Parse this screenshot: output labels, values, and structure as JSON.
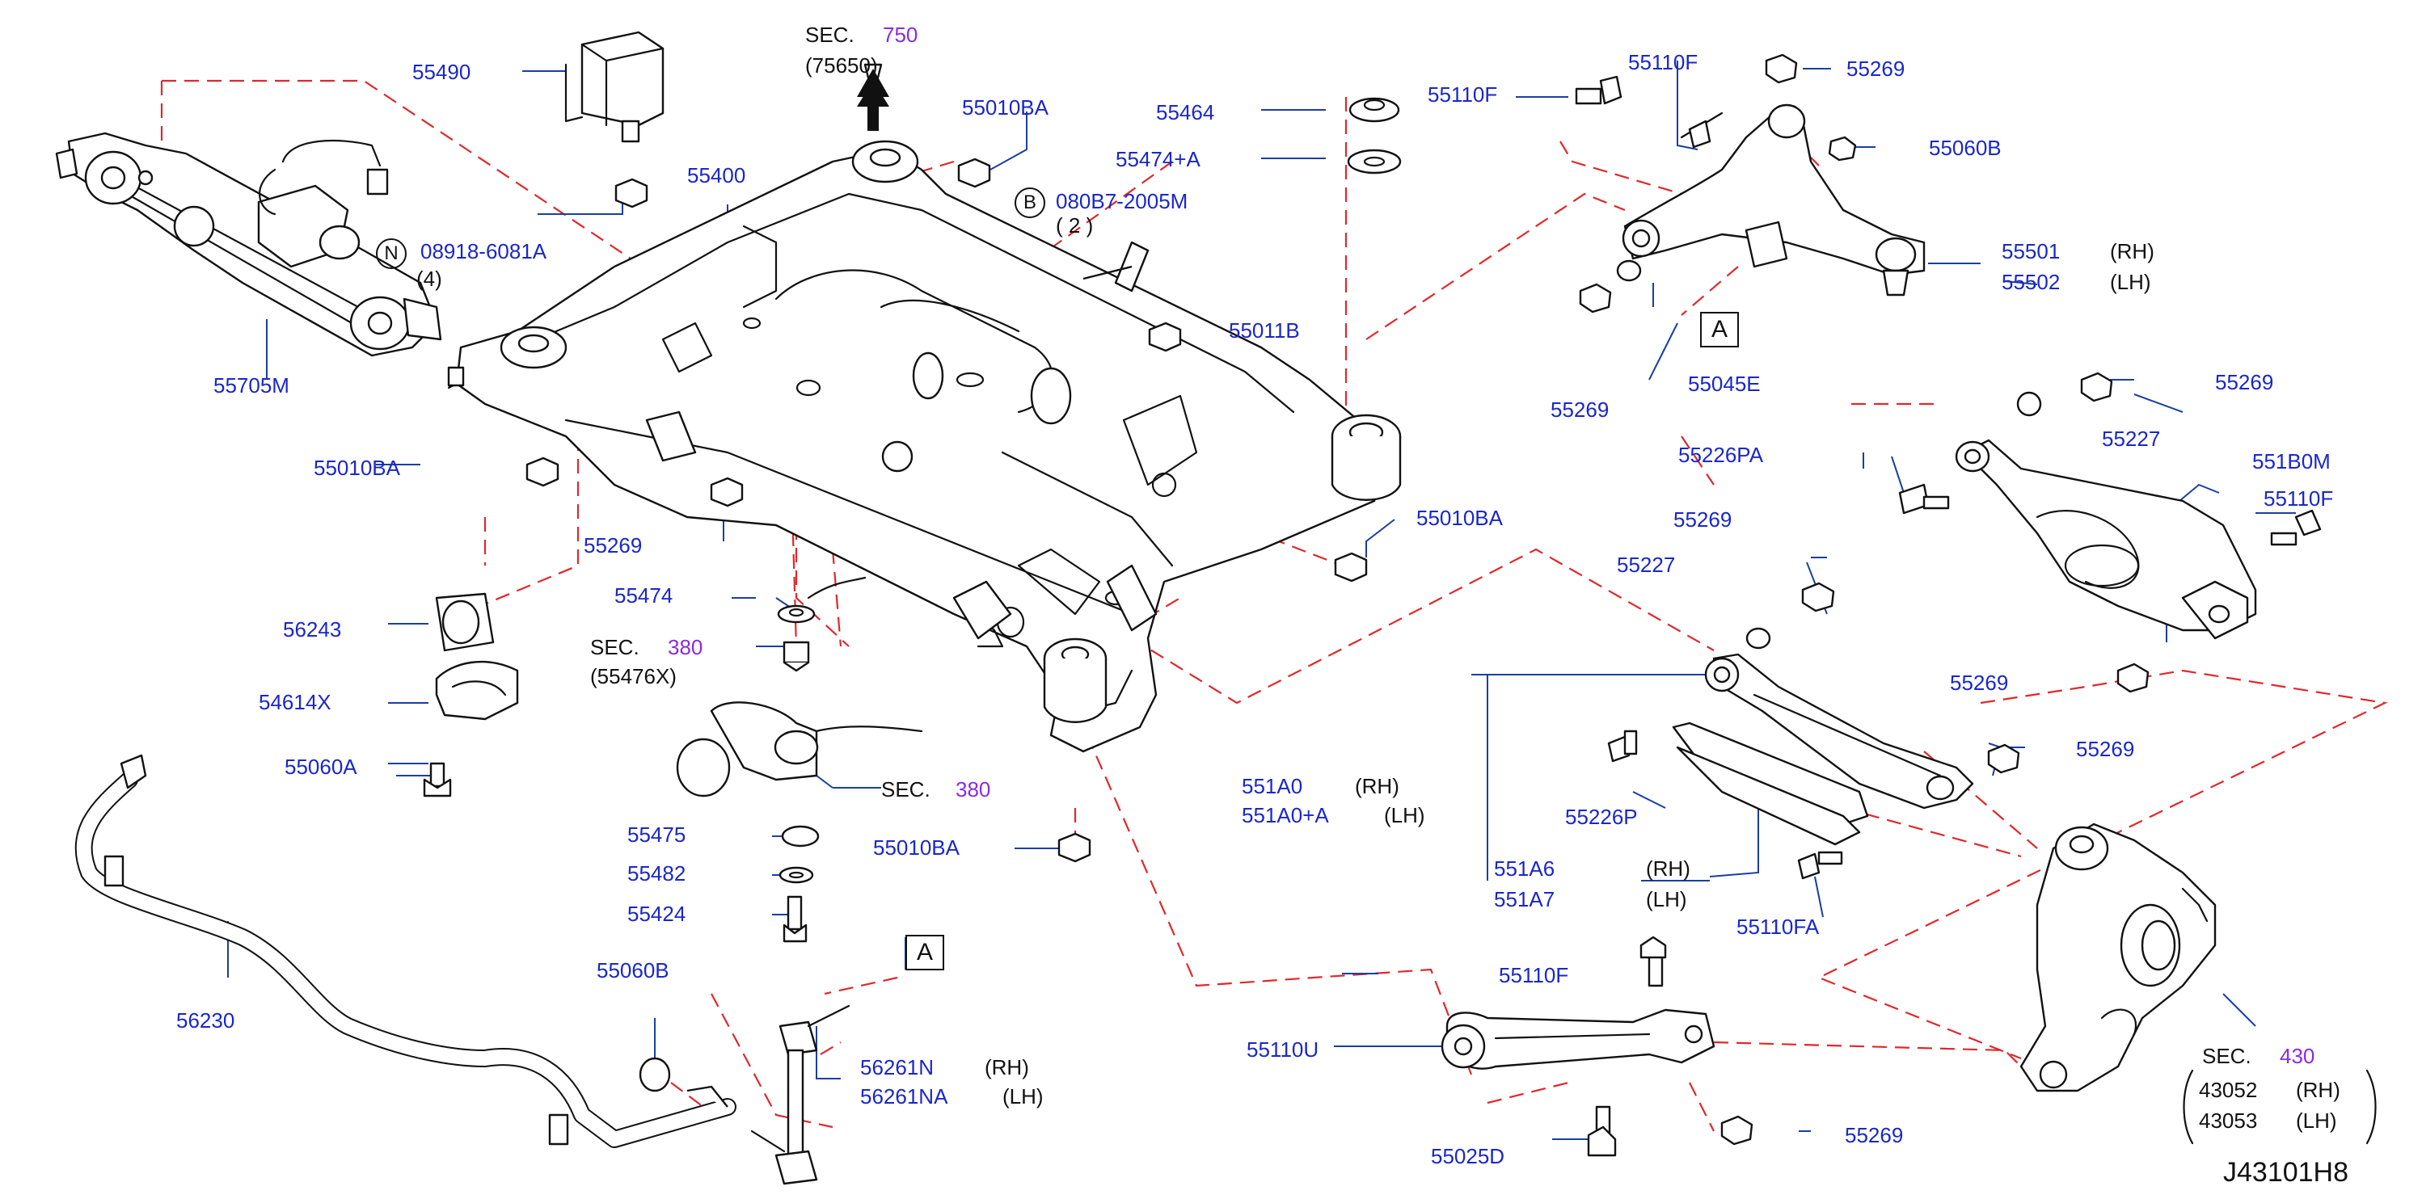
{
  "diagram_id": "J43101H8",
  "sections": {
    "sec_label": "SEC.",
    "sec750": "750",
    "sec750_sub": "(75650)",
    "sec380a": "380",
    "sec380a_sub": "(55476X)",
    "sec380b": "380",
    "sec430": "430"
  },
  "callouts": {
    "B_letter": "B",
    "B_part": "080B7-2005M",
    "B_qty": "( 2 )",
    "N_letter": "N",
    "N_part": "08918-6081A",
    "N_qty": "(4)",
    "A_box": "A"
  },
  "parts": {
    "p55490": "55490",
    "p55400": "55400",
    "p55705M": "55705M",
    "p55010BA_a": "55010BA",
    "p55010BA_b": "55010BA",
    "p55010BA_c": "55010BA",
    "p55010BA_d": "55010BA",
    "p55464": "55464",
    "p55474A": "55474+A",
    "p55011B": "55011B",
    "p55269_a": "55269",
    "p55474": "55474",
    "p56243": "56243",
    "p54614X": "54614X",
    "p55060A": "55060A",
    "p55475": "55475",
    "p55482": "55482",
    "p55424": "55424",
    "p56230": "56230",
    "p55060B_a": "55060B",
    "p56261N": "56261N",
    "p56261NA": "56261NA",
    "p55110F_a": "55110F",
    "p55110F_b": "55110F",
    "p55269_b": "55269",
    "p55060B_b": "55060B",
    "p55501": "55501",
    "p55502": "55502",
    "p55045E": "55045E",
    "p55269_c": "55269",
    "p55269_d": "55269",
    "p55227_a": "55227",
    "p55226PA": "55226PA",
    "p551B0M": "551B0M",
    "p55110F_c": "55110F",
    "p55269_e": "55269",
    "p55227_b": "55227",
    "p55269_f": "55269",
    "p55269_g": "55269",
    "p551A0": "551A0",
    "p551A0A": "551A0+A",
    "p55226P": "55226P",
    "p551A6": "551A6",
    "p551A7": "551A7",
    "p55110FA": "55110FA",
    "p55110F_d": "55110F",
    "p55110U": "55110U",
    "p55025D": "55025D",
    "p55269_h": "55269",
    "p43052": "43052",
    "p43053": "43053"
  },
  "sides": {
    "rh": "(RH)",
    "lh": "(LH)"
  },
  "colors": {
    "part_number": "#1a27c9",
    "section_number": "#8a2be2",
    "dashed_leader": "#e0282c",
    "leader": "#1a3fa0",
    "outline": "#111111"
  }
}
